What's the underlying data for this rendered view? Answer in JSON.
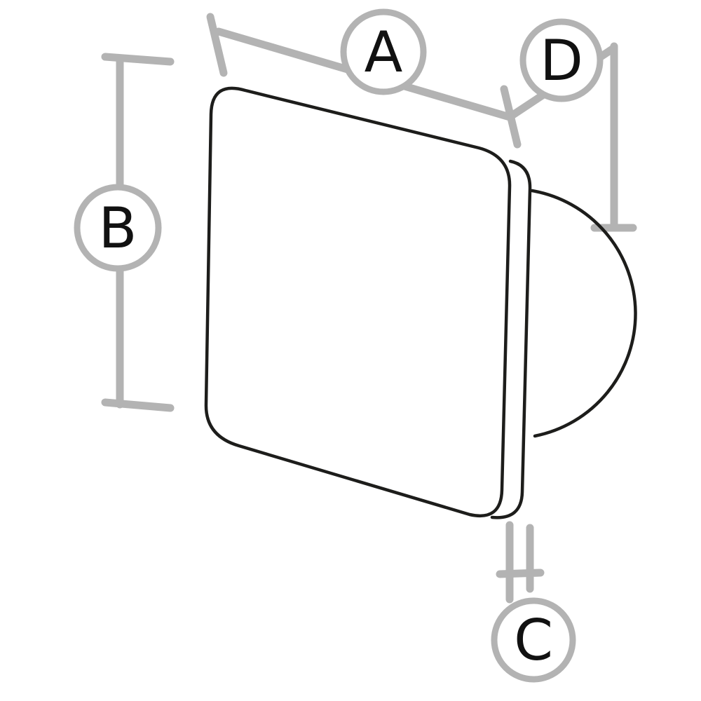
{
  "diagram": {
    "labels": {
      "a": "A",
      "b": "B",
      "c": "C",
      "d": "D"
    },
    "colors": {
      "background": "#ffffff",
      "outline": "#1d1d1b",
      "dimension": "#b3b3b3",
      "badge_fill": "#ffffff",
      "label_text": "#111111"
    }
  }
}
